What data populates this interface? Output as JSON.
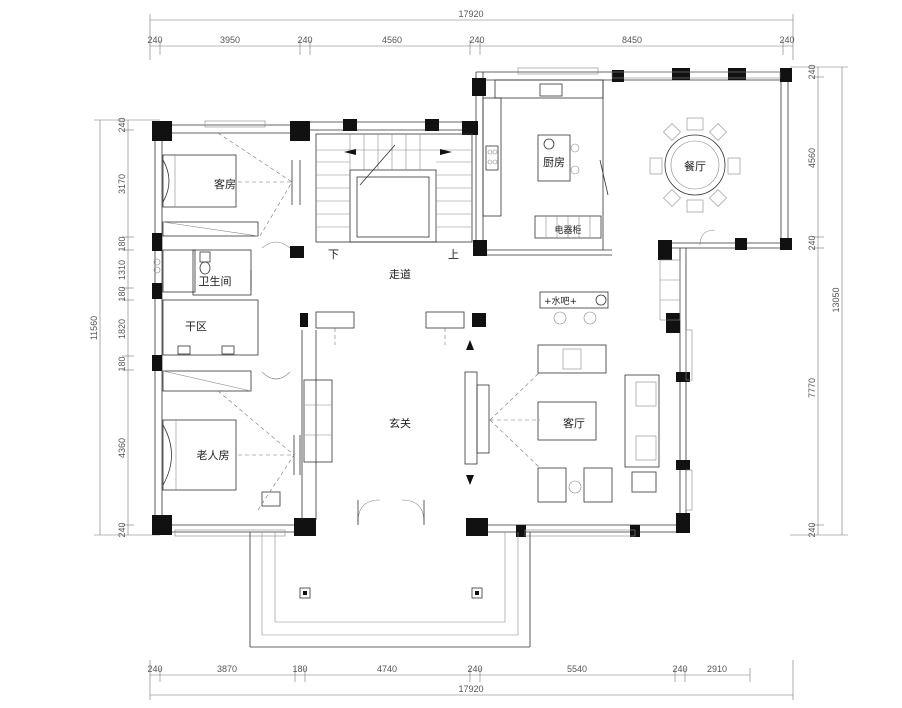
{
  "rooms": {
    "guest_room": "客房",
    "bathroom": "卫生间",
    "dry_area": "干区",
    "elder_room": "老人房",
    "corridor": "走道",
    "down": "下",
    "up": "上",
    "foyer": "玄关",
    "kitchen": "厨房",
    "appliance_cabinet": "电器柜",
    "dining_room": "餐厅",
    "water_bar": "+水吧+",
    "living_room": "客厅"
  },
  "dims_top": {
    "total": "17920",
    "segments": [
      "240",
      "3950",
      "240",
      "4560",
      "240",
      "8450",
      "240"
    ]
  },
  "dims_bottom": {
    "total": "17920",
    "segments": [
      "240",
      "3870",
      "180",
      "4740",
      "240",
      "5540",
      "240",
      "2910"
    ]
  },
  "dims_left": {
    "total": "11560",
    "segments": [
      "240",
      "3170",
      "180",
      "1310",
      "180",
      "1820",
      "180",
      "4360",
      "240"
    ]
  },
  "dims_right": {
    "total": "13050",
    "segments": [
      "240",
      "4560",
      "240",
      "7770",
      "240"
    ]
  }
}
